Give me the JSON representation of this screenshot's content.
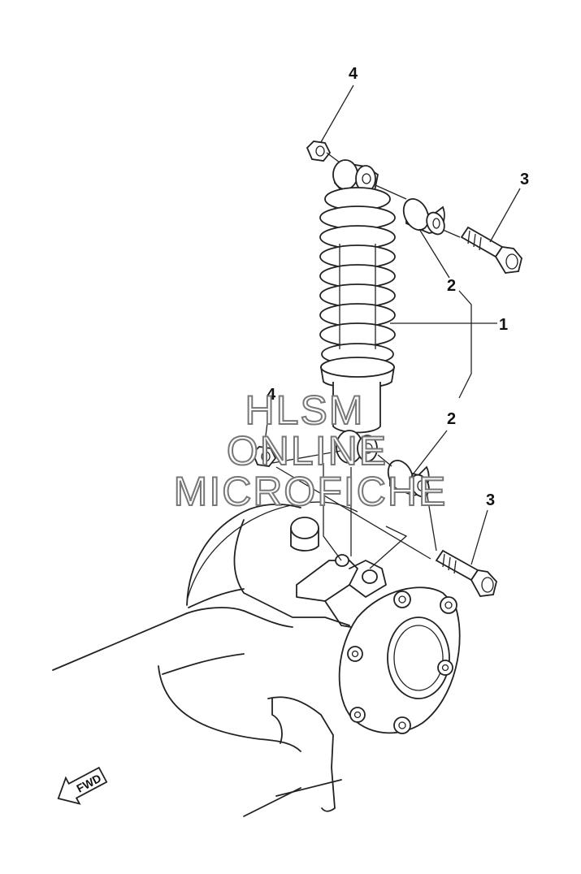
{
  "callouts": {
    "c1": "1",
    "c2a": "2",
    "c2b": "2",
    "c3a": "3",
    "c3b": "3",
    "c4a": "4",
    "c4b": "4"
  },
  "watermark": {
    "line1": "HLSM",
    "line2": "ONLINE",
    "line3": "MICROFICHE"
  },
  "fwd_arrow_label": "FWD",
  "icons": [
    "fwd-arrow-icon"
  ]
}
